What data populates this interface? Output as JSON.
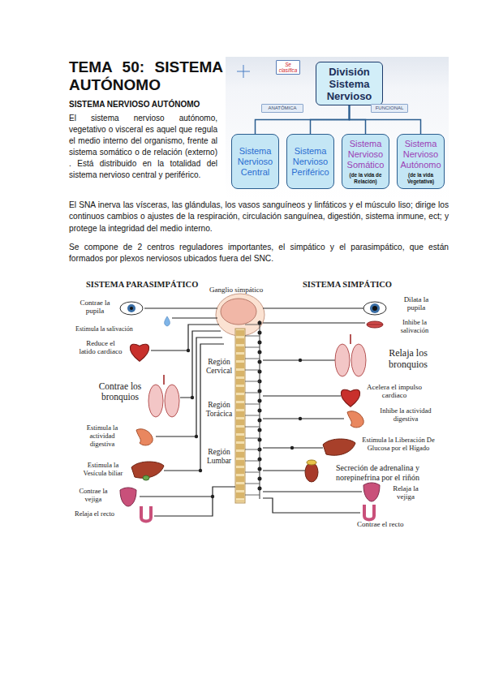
{
  "diagram": {
    "title": "TEMA 50: SISTEMA AUTÓNOMO",
    "nodes": [
      {
        "text": [
          "Se clasifica"
        ]
      },
      {
        "text": [
          "División Sistema Nervioso"
        ]
      },
      {
        "text": [
          "ANATÓMICA"
        ]
      },
      {
        "text": [
          "FUNCIONAL"
        ]
      },
      {
        "text": [
          "Sistema Nervioso Central"
        ]
      },
      {
        "text": [
          "Sistema Nervioso Periférico"
        ]
      },
      {
        "text": [
          "Sistema Nervioso Somático",
          "(de la vida de Relación)"
        ]
      },
      {
        "text": [
          "Sistema Nervioso Autónomo",
          "(de la vida Vegetativa)"
        ]
      }
    ],
    "edges": [
      {
        "from": 1,
        "to": 4,
        "arrow": "none"
      },
      {
        "from": 1,
        "to": 5,
        "arrow": "none"
      },
      {
        "from": 1,
        "to": 6,
        "arrow": "none"
      },
      {
        "from": 1,
        "to": 7,
        "arrow": "none"
      }
    ],
    "labels": [
      "SISTEMA NERVIOSO AUTÓNOMO",
      "El sistema nervioso autónomo, vegetativo o visceral es aquel que regula el medio interno del organismo, frente al sistema somático o de relación (externo) . Está distribuido en la totalidad del sistema nervioso central y periférico.",
      "El SNA inerva las vísceras, las glándulas, los vasos sanguíneos y linfáticos y el músculo liso; dirige los continuos cambios o ajustes de la respiración, circulación sanguínea, digestión, sistema inmune, ect; y protege la integridad del medio interno.",
      "Se compone de 2 centros reguladores importantes, el simpático y el parasimpático, que están formados por plexos nerviosos ubicados fuera del SNC.",
      "SISTEMA PARASIMPÁTICO",
      "Ganglio simpático",
      "SISTEMA SIMPÁTICO",
      "Contrae la pupila",
      "Estimula la salivación",
      "Reduce el latido cardiaco",
      "Contrae los bronquios",
      "Estimula la actividad digestiva",
      "Estimula la Vesícula biliar",
      "Contrae la vejiga",
      "Relaja el recto",
      "Región Cervical",
      "Región Torácica",
      "Región Lumbar",
      "Dilata la pupila",
      "Inhibe la salivación",
      "Relaja los bronquios",
      "Acelera el impulso cardiaco",
      "Inhibe la actividad digestiva",
      "Estimula la Liberación De Glucosa por el Hígado",
      "Secreción de adrenalina y norepinefrina por el riñón",
      "Relaja la vejiga",
      "Contrae el recto"
    ]
  }
}
